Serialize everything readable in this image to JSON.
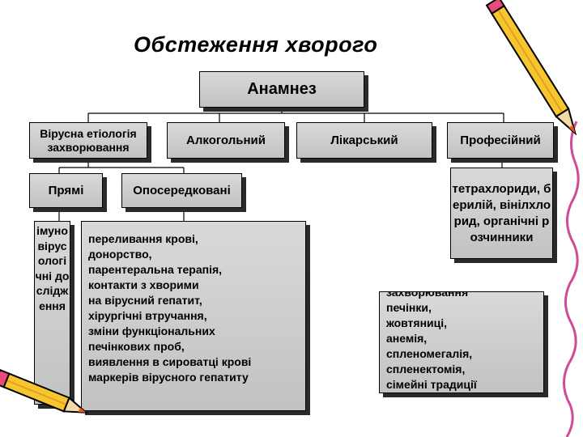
{
  "title": "Обстеження хворого",
  "root": "Анамнез",
  "level1": {
    "viral": "Вірусна етіологія захворювання",
    "alcohol": "Алкогольний",
    "medical": "Лікарський",
    "professional": "Професійний"
  },
  "level2": {
    "direct": "Прямі",
    "indirect": "Опосередковані",
    "professional_detail": "тетрахлориди, берилій, вінілхлорид, органічні розчинники"
  },
  "level3": {
    "immuno": "імуновірусологічні дослідження",
    "indirect_detail": [
      "переливання крові,",
      "донорство,",
      "парентеральна терапія,",
      "контакти з хворими",
      "на вірусний гепатит,",
      "хірургічні втручання,",
      "зміни функціональних",
      "печінкових проб,",
      "виявлення в сироватці крові",
      "маркерів вірусного гепатиту"
    ]
  },
  "history": [
    "захворювання",
    "печінки,",
    "жовтяниці,",
    "анемія,",
    "спленомегалія,",
    "спленектомія,",
    "сімейні традиції"
  ],
  "colors": {
    "box_fill": "#c8c8c8",
    "shadow": "#2a2a2a",
    "pencil_body": "#f7c52e",
    "pencil_tip": "#e25a1c"
  },
  "icons": [
    "pencil-icon",
    "pencil-icon",
    "wavy-line-decoration"
  ]
}
